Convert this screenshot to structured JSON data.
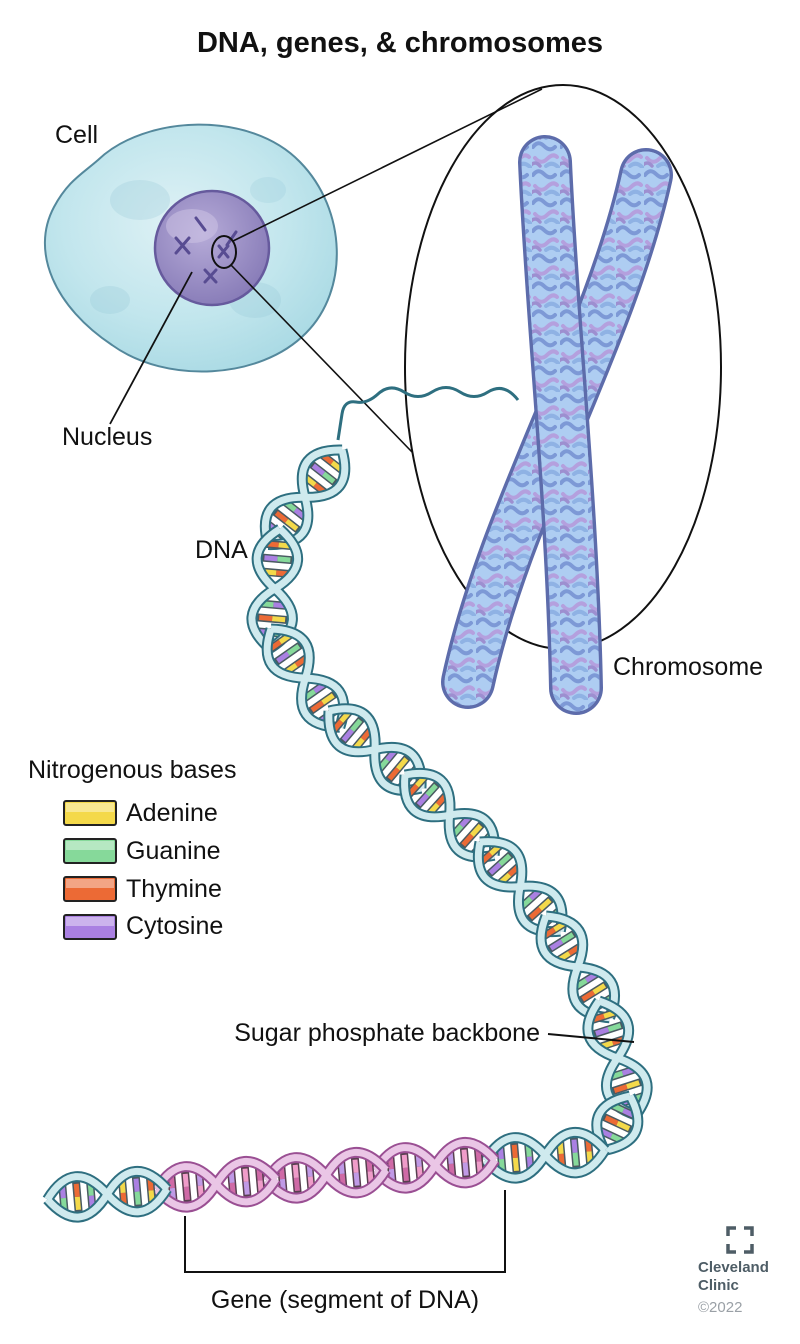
{
  "title": "DNA, genes, & chromosomes",
  "labels": {
    "cell": "Cell",
    "nucleus": "Nucleus",
    "dna": "DNA",
    "chromosome": "Chromosome",
    "backbone": "Sugar phosphate backbone",
    "gene": "Gene (segment of DNA)"
  },
  "legend": {
    "heading": "Nitrogenous bases",
    "items": [
      {
        "name": "Adenine",
        "color": "#f4d94a"
      },
      {
        "name": "Guanine",
        "color": "#86d99a"
      },
      {
        "name": "Thymine",
        "color": "#ec6a35"
      },
      {
        "name": "Cytosine",
        "color": "#aa80e2"
      }
    ]
  },
  "credit": {
    "line1": "Cleveland",
    "line2": "Clinic",
    "year": "©2022"
  }
}
